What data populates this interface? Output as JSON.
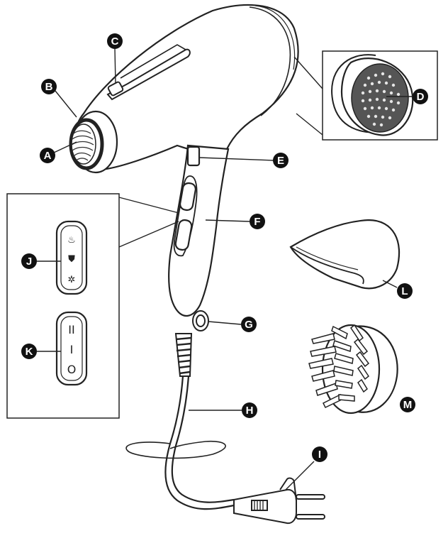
{
  "labels": {
    "A": "A",
    "B": "B",
    "C": "C",
    "D": "D",
    "E": "E",
    "F": "F",
    "G": "G",
    "H": "H",
    "I": "I",
    "J": "J",
    "K": "K",
    "L": "L",
    "M": "M"
  },
  "panel_j_symbols": {
    "top": "♨",
    "middle": "⛊",
    "bottom": "✲"
  },
  "panel_k_symbols": {
    "top": "II",
    "middle": "I",
    "bottom": "O"
  },
  "colors": {
    "stroke": "#222222",
    "label_fill": "#111111",
    "grille": "#333333",
    "background": "#ffffff"
  }
}
